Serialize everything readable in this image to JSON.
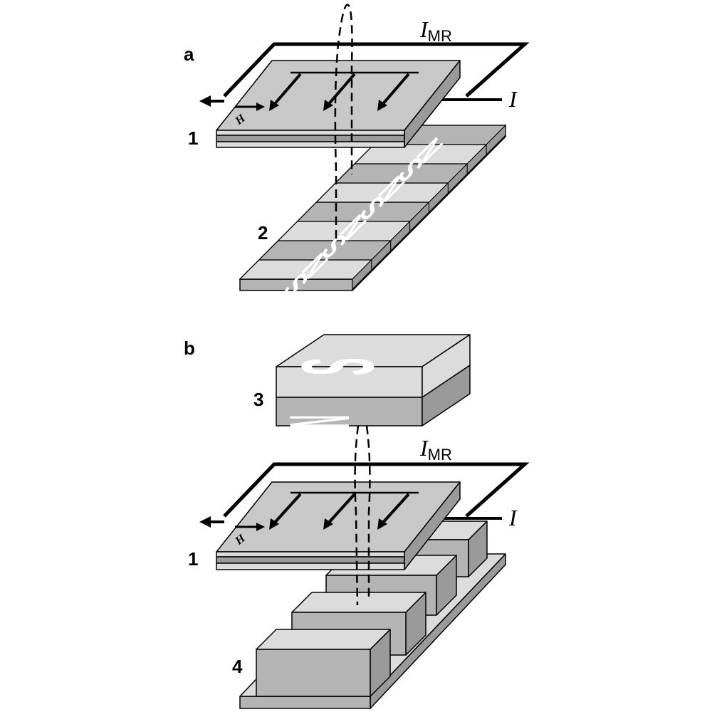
{
  "panel_a": {
    "label": "a",
    "sensor_label": "1",
    "medium_label": "2",
    "current_mr": "I",
    "current_mr_sub": "MR",
    "current": "I",
    "field": "H",
    "poles": [
      "S",
      "N",
      "S",
      "N",
      "S",
      "N",
      "S",
      "N"
    ]
  },
  "panel_b": {
    "label": "b",
    "magnet_label": "3",
    "sensor_label": "1",
    "gear_label": "4",
    "current_mr": "I",
    "current_mr_sub": "MR",
    "current": "I",
    "field": "H",
    "magnet_top_pole": "S",
    "magnet_bottom_pole": "N"
  },
  "colors": {
    "light_gray": "#dcdcdc",
    "mid_gray": "#b4b4b4",
    "dark_gray": "#9a9a9a",
    "line": "#000000"
  }
}
